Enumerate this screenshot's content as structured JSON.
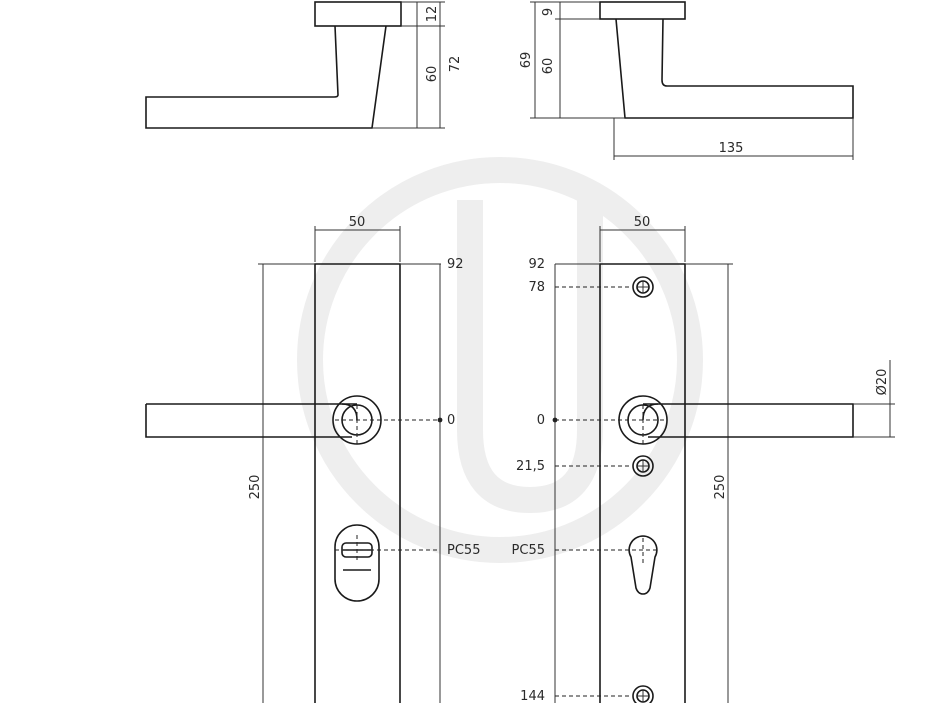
{
  "watermark": {
    "color": "#eeeeee"
  },
  "top_left_view": {
    "dim_rose_height": "12",
    "dim_handle_drop": "60",
    "dim_total_height": "72"
  },
  "top_right_view": {
    "dim_rose_height": "9",
    "dim_handle_drop": "60",
    "dim_total_height": "69",
    "dim_projection": "135"
  },
  "left_plate": {
    "dim_width": "50",
    "dim_height": "250",
    "ref_top": "92",
    "ref_zero": "0",
    "ref_cylinder": "PC55"
  },
  "right_plate": {
    "dim_width": "50",
    "dim_height": "250",
    "ref_top": "92",
    "ref_screw_top": "78",
    "ref_zero": "0",
    "ref_screw_mid": "21,5",
    "ref_cylinder": "PC55",
    "ref_screw_bottom": "144",
    "dim_lever_diameter": "Ø20"
  }
}
